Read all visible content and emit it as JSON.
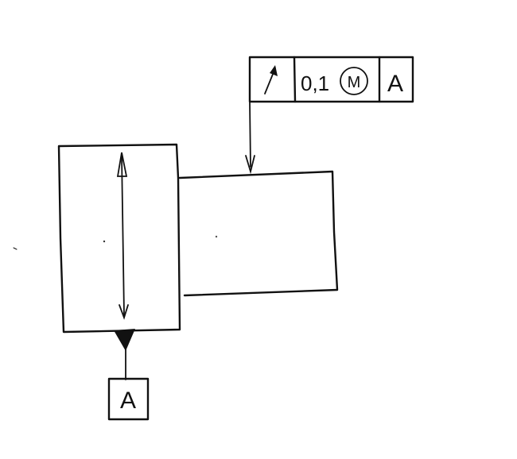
{
  "feature_control_frame": {
    "symbol_icon": "runout-arrow-icon",
    "tolerance": "0,1",
    "modifier": "M",
    "datum": "A"
  },
  "datum_label": "A"
}
